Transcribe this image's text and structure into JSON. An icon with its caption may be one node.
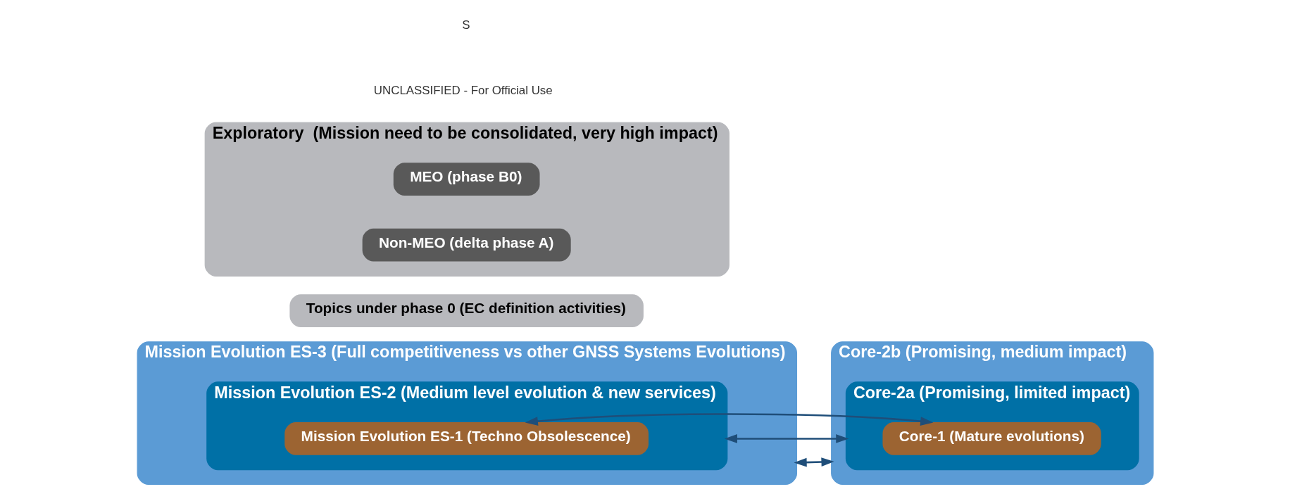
{
  "diagram": {
    "nodes": [
      {
        "text": [
          "Mission Evolution ES-3 (Full competitiveness vs other GNSS Systems Evolutions)"
        ]
      },
      {
        "text": [
          "Mission Evolution ES-2 (Medium level evolution & new services)"
        ],
        "in": 0
      },
      {
        "text": [
          "Mission Evolution ES-1 (Techno Obsolescence)"
        ],
        "in": 1
      },
      {
        "text": [
          "Core-2b (Promising, medium impact)"
        ]
      },
      {
        "text": [
          "Core-2a (Promising, limited impact)"
        ],
        "in": 3
      },
      {
        "text": [
          "Core-1 (Mature evolutions)"
        ],
        "in": 4
      },
      {
        "text": [
          "Topics under phase 0 (EC definition activities)"
        ]
      },
      {
        "text": [
          "Exploratory  (Mission need to be consolidated, very high impact)"
        ]
      },
      {
        "text": [
          "MEO (phase B0)"
        ],
        "in": 7
      },
      {
        "text": [
          "Non-MEO (delta phase A)"
        ],
        "in": 7
      }
    ],
    "edges": [
      {
        "from": 0,
        "to": 3,
        "arrow": "both"
      },
      {
        "from": 1,
        "to": 4,
        "arrow": "both"
      },
      {
        "from": 2,
        "to": 5,
        "arrow": "both"
      }
    ],
    "labels": [
      "UNCLASSIFIED - For Official Use",
      "S"
    ]
  }
}
